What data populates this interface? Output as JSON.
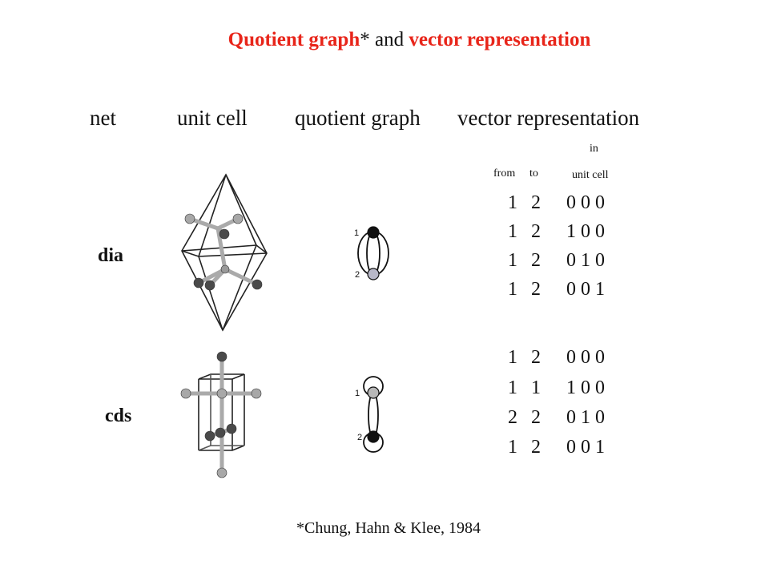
{
  "title": {
    "part1": "Quotient graph",
    "part2": "* and ",
    "part3": "vector representation"
  },
  "headers": {
    "net": "net",
    "unit_cell": "unit cell",
    "quotient_graph": "quotient graph",
    "vector_representation": "vector representation"
  },
  "subheaders": {
    "in": "in",
    "from": "from",
    "to": "to",
    "unit_cell": "unit cell"
  },
  "nets": [
    {
      "name": "dia",
      "nodes": [
        {
          "label": "1",
          "color": "#111111"
        },
        {
          "label": "2",
          "color": "#b8b8c8"
        }
      ],
      "rows": [
        {
          "from": "1",
          "to": "2",
          "vec": "0 0 0"
        },
        {
          "from": "1",
          "to": "2",
          "vec": "1 0 0"
        },
        {
          "from": "1",
          "to": "2",
          "vec": "0 1 0"
        },
        {
          "from": "1",
          "to": "2",
          "vec": "0 0 1"
        }
      ]
    },
    {
      "name": "cds",
      "nodes": [
        {
          "label": "1",
          "color": "#b8b8b8"
        },
        {
          "label": "2",
          "color": "#111111"
        }
      ],
      "rows": [
        {
          "from": "1",
          "to": "2",
          "vec": "0 0 0"
        },
        {
          "from": "1",
          "to": "1",
          "vec": "1 0 0"
        },
        {
          "from": "2",
          "to": "2",
          "vec": "0 1 0"
        },
        {
          "from": "1",
          "to": "2",
          "vec": "0 0 1"
        }
      ]
    }
  ],
  "footnote": "*Chung, Hahn & Klee, 1984",
  "colors": {
    "accent": "#e8251a"
  }
}
